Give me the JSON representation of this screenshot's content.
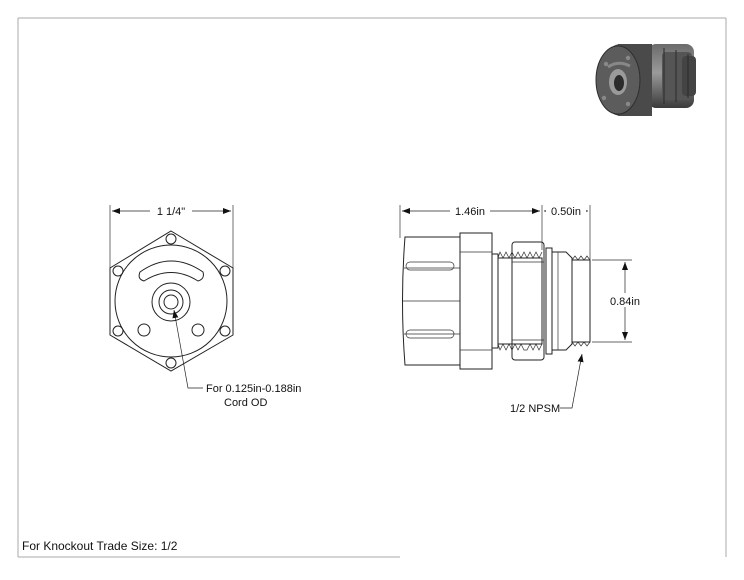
{
  "drawing": {
    "front_view": {
      "width_dim": "1 1/4\"",
      "callout_line1": "For 0.125in-0.188in",
      "callout_line2": "Cord OD"
    },
    "side_view": {
      "length_dim": "1.46in",
      "thread_length_dim": "0.50in",
      "thread_dia_dim": "0.84in",
      "thread_callout": "1/2 NPSM"
    },
    "footer_note": "For Knockout Trade Size: 1/2"
  }
}
